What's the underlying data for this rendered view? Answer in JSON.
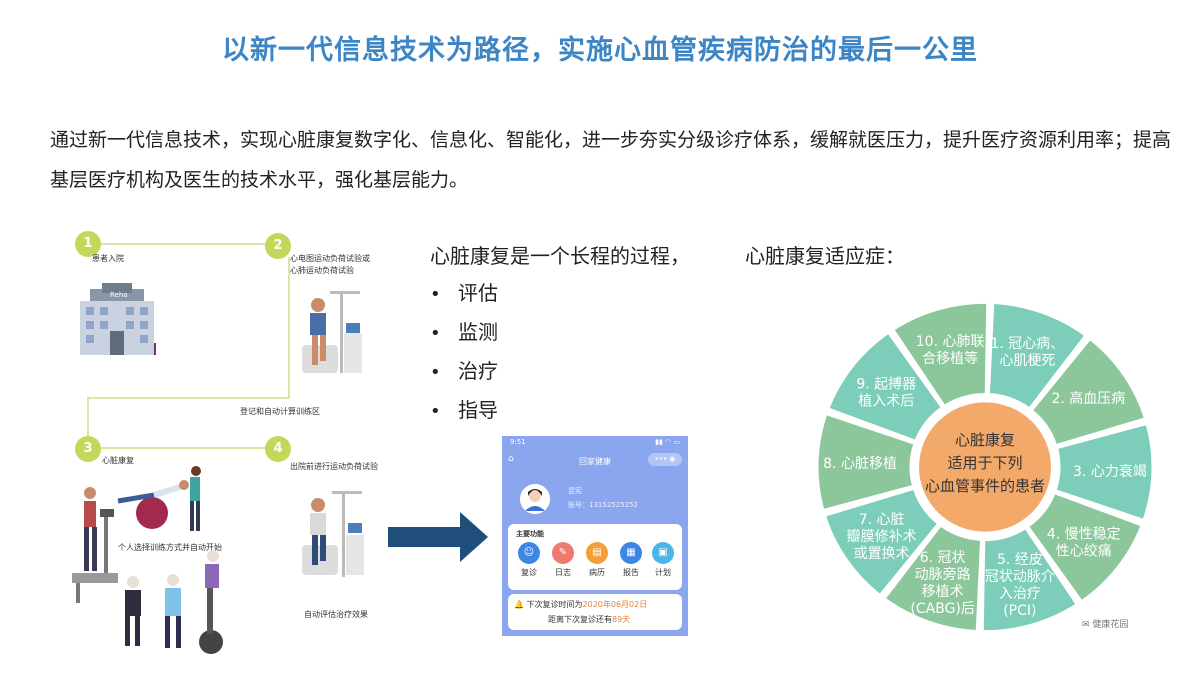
{
  "title": "以新一代信息技术为路径，实施心血管疾病防治的最后一公里",
  "intro": "通过新一代信息技术，实现心脏康复数字化、信息化、智能化，进一步夯实分级诊疗体系，缓解就医压力，提升医疗资源利用率；提高基层医疗机构及医生的技术水平，强化基层能力。",
  "flow": {
    "steps": [
      {
        "num": "1",
        "label": "患者入院"
      },
      {
        "num": "2",
        "label": "心电图运动负荷试验或\n心肺运动负荷试验"
      },
      {
        "num": "3",
        "label": "心脏康复"
      },
      {
        "num": "4",
        "label": "出院前进行运动负荷试验"
      }
    ],
    "connector_label": "登记和自动计算训练区",
    "person_label": "个人选择训练方式并自动开始",
    "result_label": "自动评估治疗效果",
    "building_sign": "Reha"
  },
  "process": {
    "heading": "心脏康复是一个长程的过程，",
    "bullets": [
      "评估",
      "监测",
      "治疗",
      "指导"
    ],
    "bullet_glyph": "•"
  },
  "indications": {
    "heading": "心脏康复适应症：",
    "center": [
      "心脏康复",
      "适用于下列",
      "心血管事件的患者"
    ],
    "segments": [
      {
        "lines": [
          "1. 冠心病、",
          "心肌梗死"
        ]
      },
      {
        "lines": [
          "2. 高血压病"
        ]
      },
      {
        "lines": [
          "3. 心力衰竭"
        ]
      },
      {
        "lines": [
          "4. 慢性稳定",
          "性心绞痛"
        ]
      },
      {
        "lines": [
          "5. 经皮",
          "冠状动脉介",
          "入治疗",
          "(PCI)"
        ]
      },
      {
        "lines": [
          "6. 冠状",
          "动脉旁路",
          "移植术",
          "(CABG)后"
        ]
      },
      {
        "lines": [
          "7. 心脏",
          "瓣膜修补术",
          "或置换术"
        ]
      },
      {
        "lines": [
          "8. 心脏移植"
        ]
      },
      {
        "lines": [
          "9. 起搏器",
          "植入术后"
        ]
      },
      {
        "lines": [
          "10. 心肺联",
          "合移植等"
        ]
      }
    ],
    "colors": {
      "light": "#7ccdb9",
      "dark": "#8cc79b",
      "center": "#f3a96a",
      "center_ring": "#ffffff"
    }
  },
  "phone": {
    "time": "9:51",
    "signal": "▮▮ ◠ ▭",
    "title": "回家健康",
    "pill": "••• ◉",
    "name": "昆宪",
    "account": "账号：13152525252",
    "card_title": "主要功能",
    "functions": [
      {
        "label": "复诊",
        "icon": "user-icon",
        "color": "#3d86e6"
      },
      {
        "label": "日志",
        "icon": "pencil-icon",
        "color": "#ef7a6d"
      },
      {
        "label": "病历",
        "icon": "folder-icon",
        "color": "#f2a03a"
      },
      {
        "label": "报告",
        "icon": "document-icon",
        "color": "#3d86e6"
      },
      {
        "label": "计划",
        "icon": "calendar-icon",
        "color": "#4bb6e8"
      }
    ],
    "next_visit_prefix": "下次复诊时间为",
    "next_visit_date": "2020年06月02日",
    "days_prefix": "距离下次复诊还有",
    "days_value": "89天"
  },
  "watermark": "健康花园"
}
